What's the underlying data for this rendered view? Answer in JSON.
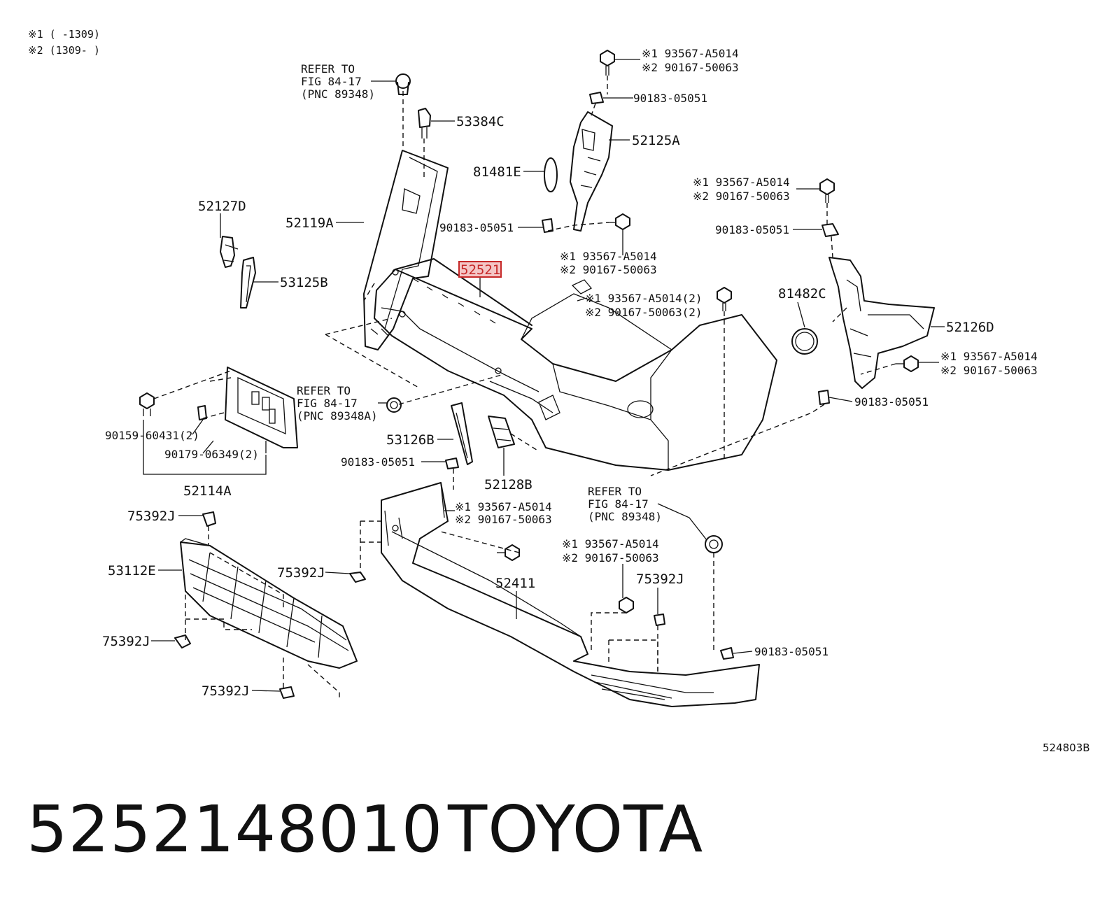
{
  "notes": {
    "note1": "※1 (      -1309)",
    "note2": "※2 (1309-      )"
  },
  "refs": {
    "ref_top": {
      "line1": "REFER TO",
      "line2": "FIG 84-17",
      "line3": "(PNC 89348)"
    },
    "ref_mid": {
      "line1": "REFER TO",
      "line2": "FIG 84-17",
      "line3": "(PNC 89348A)"
    },
    "ref_low": {
      "line1": "REFER TO",
      "line2": "FIG 84-17",
      "line3": "(PNC 89348)"
    }
  },
  "labels": {
    "p53384c": "53384C",
    "p52119a": "52119A",
    "p52127d": "52127D",
    "p53125b": "53125B",
    "p52125a": "52125A",
    "p81481e": "81481E",
    "p90183_a": "90183-05051",
    "p90183_b": "90183-05051",
    "p90183_c": "90183-05051",
    "p90183_d": "90183-05051",
    "p90183_e": "90183-05051",
    "p90183_f": "90183-05051",
    "p52521": "52521",
    "p81482c": "81482C",
    "p52126d": "52126D",
    "p90159": "90159-60431(2)",
    "p90179": "90179-06349(2)",
    "p52114a": "52114A",
    "p53126b": "53126B",
    "p52128b": "52128B",
    "p75392j_a": "75392J",
    "p75392j_b": "75392J",
    "p75392j_c": "75392J",
    "p75392j_d": "75392J",
    "p75392j_e": "75392J",
    "p53112e": "53112E",
    "p52411": "52411"
  },
  "callouts": {
    "c_top_right": {
      "a": "※1 93567-A5014",
      "b": "※2 90167-50063"
    },
    "c_mid": {
      "a": "※1 93567-A5014",
      "b": "※2 90167-50063"
    },
    "c_right_top": {
      "a": "※1 93567-A5014",
      "b": "※2 90167-50063"
    },
    "c_center": {
      "a": "※1 93567-A5014(2)",
      "b": "※2 90167-50063(2)"
    },
    "c_right_side": {
      "a": "※1 93567-A5014",
      "b": "※2 90167-50063"
    },
    "c_lower_left": {
      "a": "※1 93567-A5014",
      "b": "※2 90167-50063"
    },
    "c_lower_mid": {
      "a": "※1 93567-A5014",
      "b": "※2 90167-50063"
    }
  },
  "highlight": {
    "part": "52521",
    "color": "#c62828"
  },
  "figure_code": "524803B",
  "footer": {
    "part_number": "5252148010",
    "brand": "TOYOTA"
  }
}
